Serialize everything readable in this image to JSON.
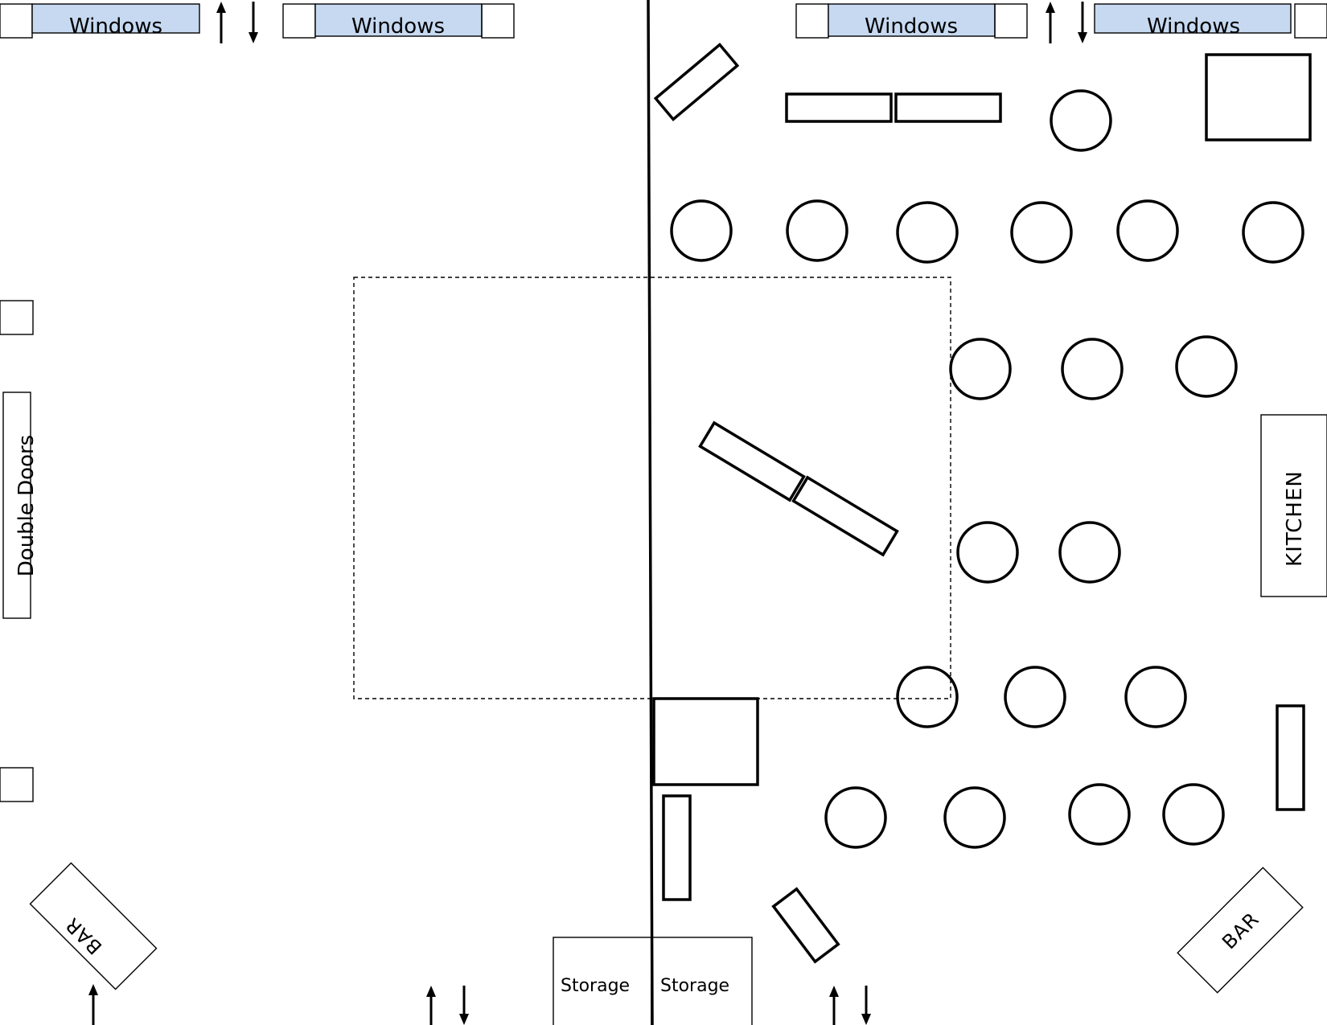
{
  "colors": {
    "window_fill": "#c6d9f1",
    "line": "#000000",
    "background": "#ffffff"
  },
  "labels": {
    "windows": "Windows",
    "double_doors": "Double Doors",
    "kitchen": "KITCHEN",
    "bar": "BAR",
    "storage": "Storage"
  },
  "icons": {
    "door_arrow": "arrow-icon",
    "round_table": "round-table-icon",
    "rect_table": "rect-table-icon",
    "pillar": "pillar-icon"
  }
}
